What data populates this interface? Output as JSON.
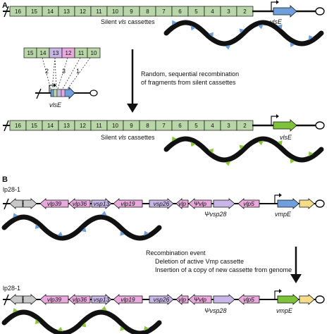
{
  "panel_a": {
    "label": "A",
    "top_cassettes": [
      "16",
      "15",
      "14",
      "13",
      "12",
      "11",
      "10",
      "9",
      "8",
      "7",
      "6",
      "5",
      "4",
      "3",
      "2"
    ],
    "silent_label_prefix": "Silent ",
    "silent_label_italic": "vls",
    "silent_label_suffix": " cassettes",
    "expression_gene": "vlsE",
    "zoom_cassettes": [
      "15",
      "14",
      "13",
      "12",
      "11",
      "10"
    ],
    "zoom_numbers": [
      "2",
      "3",
      "1"
    ],
    "zoom_gene": "vlsE",
    "process_line1": "Random, sequential recombination",
    "process_line2": "of fragments from silent cassettes",
    "bottom_cassettes": [
      "16",
      "15",
      "14",
      "13",
      "12",
      "11",
      "10",
      "9",
      "8",
      "7",
      "6",
      "5",
      "4",
      "3",
      "2"
    ],
    "bottom_gene": "vlsE",
    "colors": {
      "cassette": "#b9d6a8",
      "vlse_blue": "#6fa0dc",
      "vlse_green": "#7ec23a",
      "spike_blue": "#6fa0dc",
      "spike_green": "#8cc63f",
      "pink": "#e9a9dd",
      "lavender": "#c8b7e6",
      "gray": "#c8c8c8",
      "yellow": "#f4dc8a"
    }
  },
  "panel_b": {
    "label": "B",
    "plasmid": "lp28-1",
    "genes": [
      "vlp39",
      "vlp36",
      "vsp13",
      "vlp19",
      "vsp26",
      "vlp",
      "Ψvlp",
      "vlp5"
    ],
    "psi_vsp28": "Ψvsp28",
    "expression_gene": "vmpE",
    "event_title": "Recombination event",
    "event_line1": "Deletion of active Vmp cassette",
    "event_line2": "Insertion of a copy of new cassette from genome",
    "plasmid_bottom": "lp28-1",
    "genes_bottom": [
      "vlp39",
      "vlp36",
      "vsp13",
      "vlp19",
      "vsp26",
      "vlp",
      "Ψvlp",
      "vlp5"
    ],
    "psi_vsp28_bottom": "Ψvsp28",
    "expression_gene_bottom": "vmpE"
  }
}
